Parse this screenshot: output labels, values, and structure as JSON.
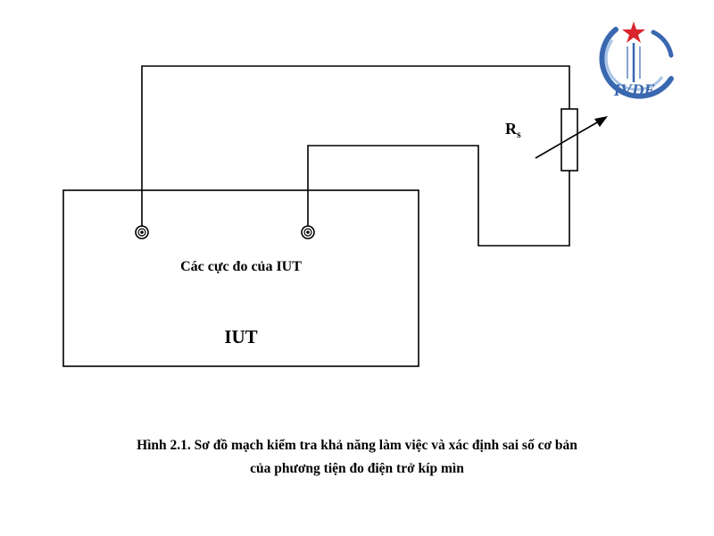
{
  "diagram": {
    "resistor_label_main": "R",
    "resistor_label_sub": "s",
    "terminals_label": "Các cực đo của IUT",
    "device_label": "IUT"
  },
  "logo": {
    "text": "IVDE",
    "icon": "star-emblem-logo",
    "colors": {
      "blue": "#3a68b0",
      "red": "#d8242b",
      "light_blue": "#a9c4e6"
    }
  },
  "caption": {
    "line1": "Hình 2.1. Sơ đồ mạch kiểm tra khả năng làm việc và xác định sai số cơ bản",
    "line2": "của phương tiện đo điện trở kíp mìn"
  }
}
